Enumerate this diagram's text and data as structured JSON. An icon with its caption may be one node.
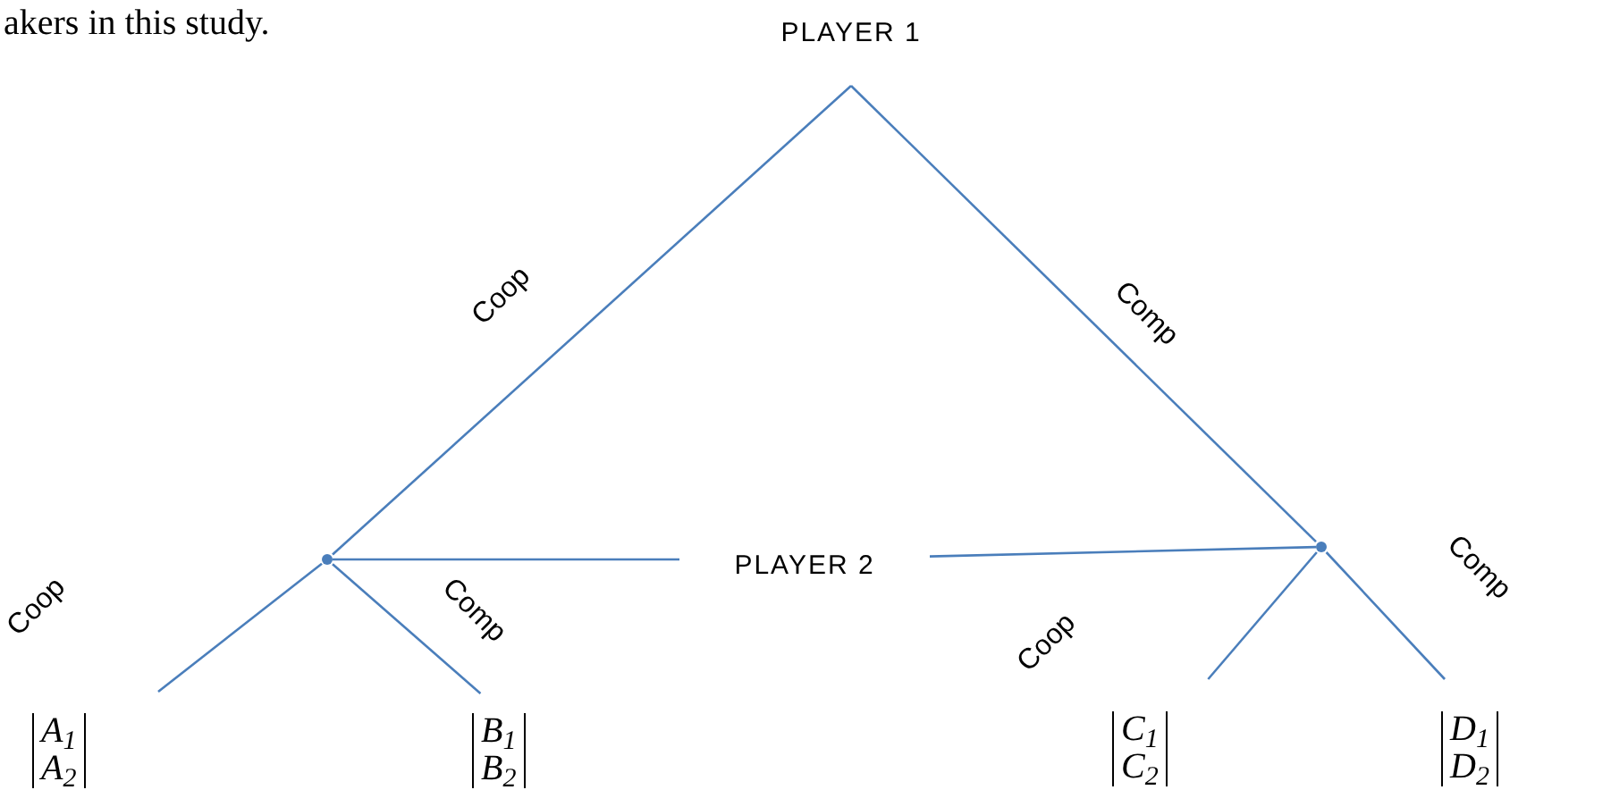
{
  "diagram": {
    "nodes": [
      {
        "text": [
          "PLAYER 1"
        ]
      },
      {
        "text": [],
        "shape": "dot"
      },
      {
        "text": [],
        "shape": "dot"
      },
      {
        "text": [
          "PLAYER 2"
        ]
      },
      {
        "text": [
          "A$_{1}$",
          "A$_{2}$"
        ]
      },
      {
        "text": [
          "B$_{1}$",
          "B$_{2}$"
        ]
      },
      {
        "text": [
          "C$_{1}$",
          "C$_{2}$"
        ]
      },
      {
        "text": [
          "D$_{1}$",
          "D$_{2}$"
        ]
      }
    ],
    "edges": [
      {
        "from": 0,
        "to": 1,
        "arrow": "none",
        "label": "Coop"
      },
      {
        "from": 0,
        "to": 2,
        "arrow": "none",
        "label": "Comp"
      },
      {
        "from": 1,
        "to": 4,
        "arrow": "none",
        "label": "Coop"
      },
      {
        "from": 1,
        "to": 5,
        "arrow": "none",
        "label": "Comp"
      },
      {
        "from": 2,
        "to": 6,
        "arrow": "none",
        "label": "Coop"
      },
      {
        "from": 2,
        "to": 7,
        "arrow": "none",
        "label": "Comp"
      },
      {
        "from": 3,
        "to": 1,
        "arrow": "none"
      },
      {
        "from": 3,
        "to": 2,
        "arrow": "none"
      }
    ],
    "labels": [
      "akers in this study."
    ]
  }
}
